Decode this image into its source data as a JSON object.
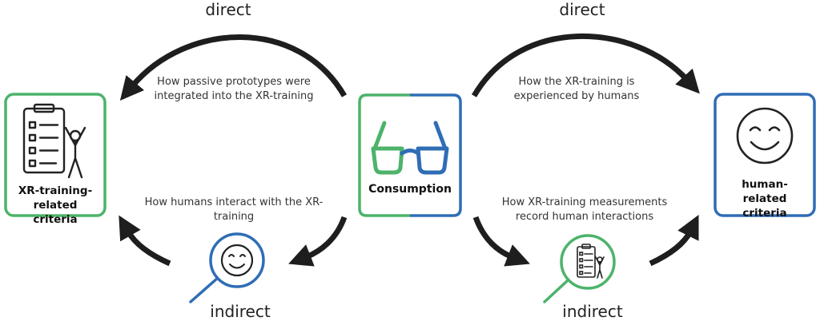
{
  "colors": {
    "green": "#4cb36a",
    "blue": "#2f6db5",
    "arrow": "#1e1e1e",
    "text": "#222222"
  },
  "labels": {
    "direct_left": "direct",
    "direct_right": "direct",
    "indirect_left": "indirect",
    "indirect_right": "indirect"
  },
  "captions": {
    "top_left": "How passive prototypes were integrated into the XR-training",
    "bottom_left": "How humans interact with the XR-training",
    "top_right": "How the XR-training is experienced by humans",
    "bottom_right": "How XR-training measurements record human interactions"
  },
  "boxes": {
    "xr_criteria": {
      "title": "XR-training-related criteria",
      "icon": "checklist-person-icon"
    },
    "consumption": {
      "title": "Consumption",
      "icon": "glasses-icon"
    },
    "human_criteria": {
      "title": "human-related criteria",
      "icon": "smiley-icon"
    }
  },
  "magnifiers": {
    "left": {
      "icon": "magnifier-smiley-icon"
    },
    "right": {
      "icon": "magnifier-checklist-icon"
    }
  }
}
